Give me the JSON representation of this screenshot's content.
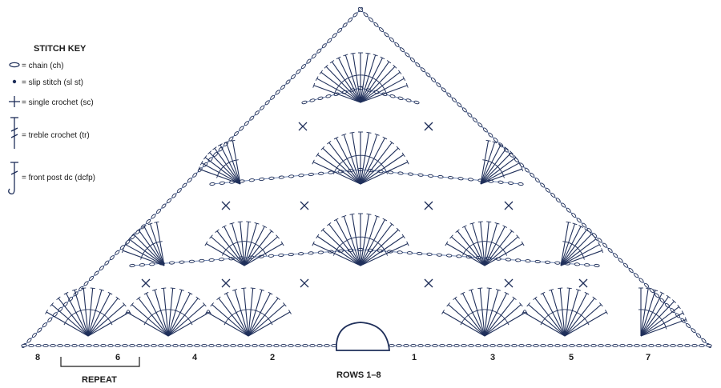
{
  "stitch_key": {
    "title": "STITCH KEY",
    "items": [
      {
        "symbol": "chain-icon",
        "label": "= chain (ch)"
      },
      {
        "symbol": "slip-stitch-icon",
        "label": "= slip stitch (sl st)"
      },
      {
        "symbol": "single-crochet-icon",
        "label": "= single crochet (sc)"
      },
      {
        "symbol": "treble-crochet-icon",
        "label": "= treble crochet (tr)"
      },
      {
        "symbol": "front-post-dc-icon",
        "label": "= front post dc (dcfp)"
      }
    ]
  },
  "row_labels": [
    "8",
    "6",
    "4",
    "2",
    "1",
    "3",
    "5",
    "7"
  ],
  "repeat_label": "REPEAT",
  "caption": "ROWS 1–8",
  "colors": {
    "stitch": "#1f2f5a",
    "chain_line": "#6f86b3",
    "text": "#1c1c1c"
  }
}
